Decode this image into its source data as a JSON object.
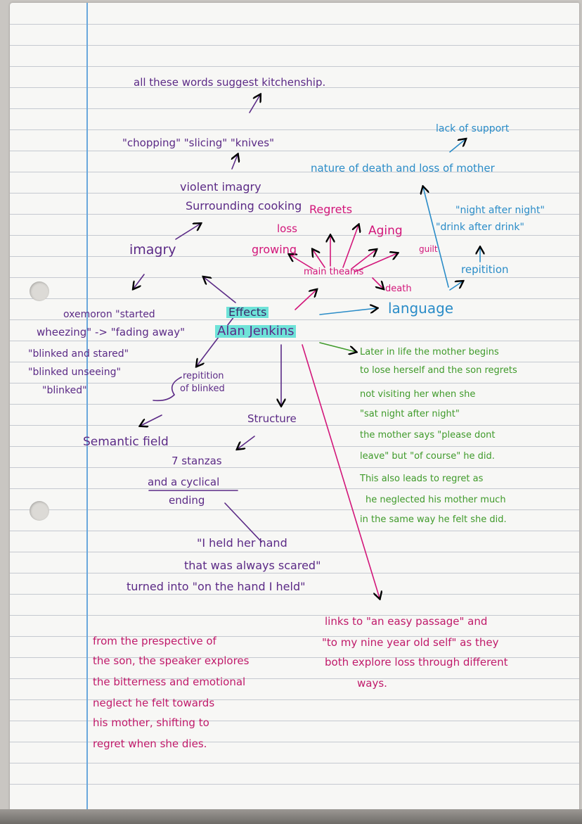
{
  "top_note": "all these words suggest kitchenship.",
  "quotes_top": "\"chopping\" \"slicing\" \"knives\"",
  "violent_imagery": "violent imagry",
  "surrounding_cooking": "Surrounding cooking",
  "imagery": "imagry",
  "oxymoron": "oxemoron \"started",
  "wheezing": "wheezing\" -> \"fading away\"",
  "blinked_stared": "\"blinked and stared\"",
  "blinked_unseeing": "\"blinked unseeing\"",
  "blinked": "\"blinked\"",
  "repetition_of_blinked_1": "repitition",
  "repetition_of_blinked_2": "of blinked",
  "semantic_field": "Semantic field",
  "effects": "Effects",
  "alan_jenkins": "Alan Jenkins",
  "structure": "Structure",
  "seven_stanzas": "7 stanzas",
  "cyclical_1": "and a cyclical",
  "cyclical_2": "ending",
  "held_1": "\"I held her hand",
  "held_2": "that was always scared\"",
  "held_3": "turned into \"on the hand I held\"",
  "themes": {
    "loss": "loss",
    "regrets": "Regrets",
    "aging": "Aging",
    "growing": "growing",
    "guilt": "guilt",
    "main_themes": "main theams",
    "death": "death"
  },
  "language": {
    "lack_of_support": "lack of support",
    "nature_of_death": "nature of death and loss of mother",
    "night_after_night": "\"night after night\"",
    "drink_after_drink": "\"drink after drink\"",
    "repetition": "repitition",
    "language": "language"
  },
  "green_note": [
    "Later in life the mother begins",
    "to lose herself and the son regrets",
    "not visiting her when she",
    "\"sat night after night\"",
    "the mother says \"please dont",
    "leave\" but \"of course\" he did.",
    "This also leads to regret as",
    "he neglected his mother much",
    "in the same way he felt she did."
  ],
  "pink_left_note": [
    "from the prespective of",
    "the son, the speaker explores",
    "the bitterness and emotional",
    "neglect he felt towards",
    "his mother, shifting to",
    "regret when she dies."
  ],
  "pink_right_note": [
    "links to \"an easy passage\" and",
    "\"to my nine year old self\" as they",
    "both explore loss through different",
    "ways."
  ],
  "colors": {
    "purple": "#5b2a86",
    "pink": "#d2167a",
    "blue": "#2a8cc8",
    "green": "#3f9a2a",
    "highlight": "#6ee3d8"
  }
}
